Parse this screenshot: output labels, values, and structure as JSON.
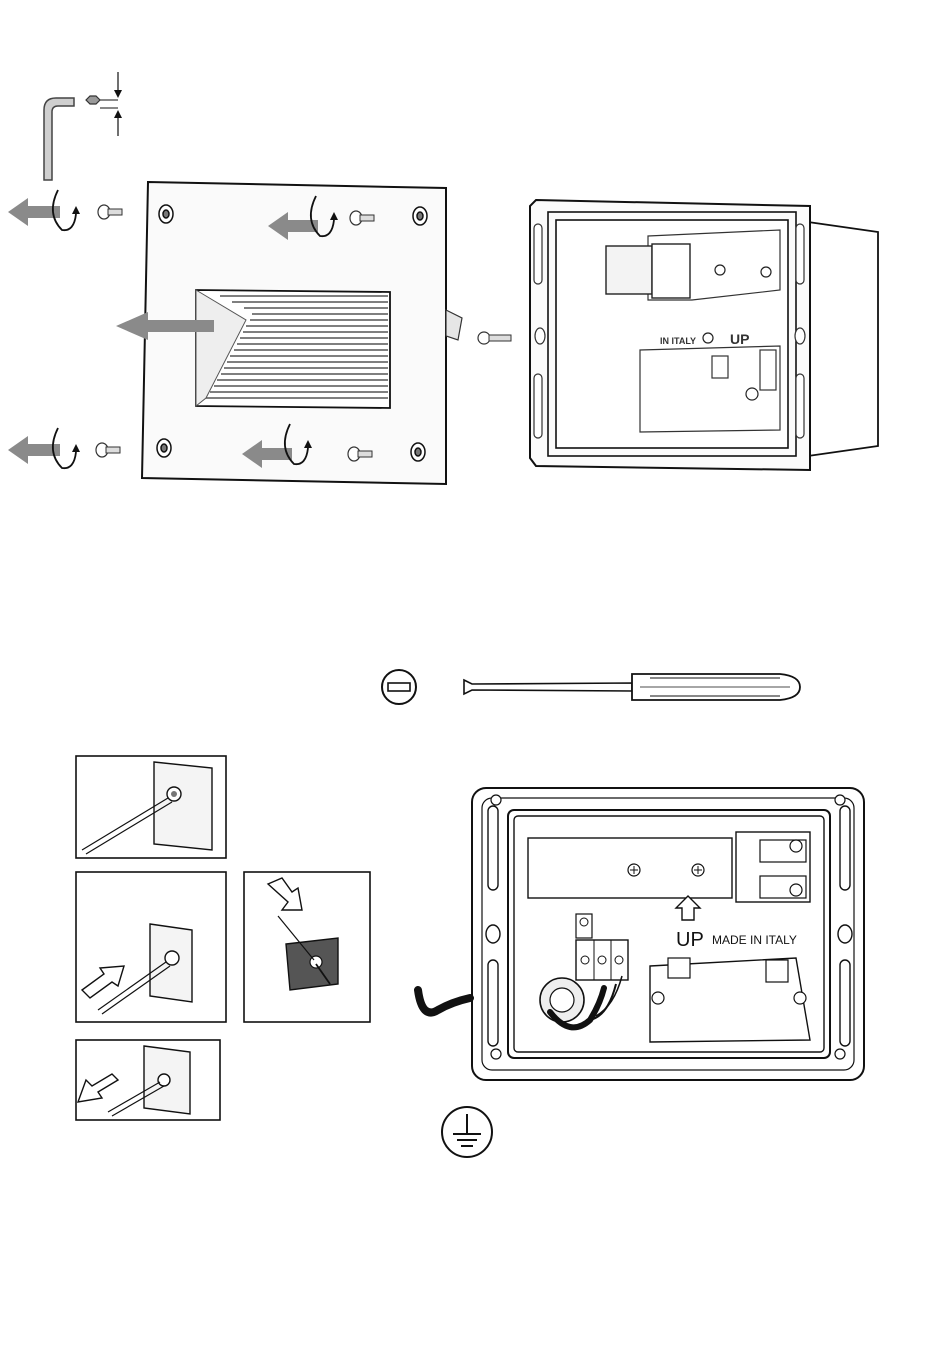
{
  "diagram_top": {
    "housing_marking": "UP",
    "housing_marking_suffix": "IN ITALY"
  },
  "diagram_bottom": {
    "marking_up": "UP",
    "marking_made": "MADE IN ITALY"
  },
  "icons": {
    "hex_key": "hex-key-icon",
    "slot_screwdriver_symbol": "flat-screwdriver-symbol-icon",
    "screwdriver": "screwdriver-icon",
    "earth": "earth-ground-icon"
  },
  "colors": {
    "line": "#111111",
    "arrow_gray": "#8a8a8a",
    "panel_fill": "#f4f4f4",
    "louver": "#555555"
  }
}
